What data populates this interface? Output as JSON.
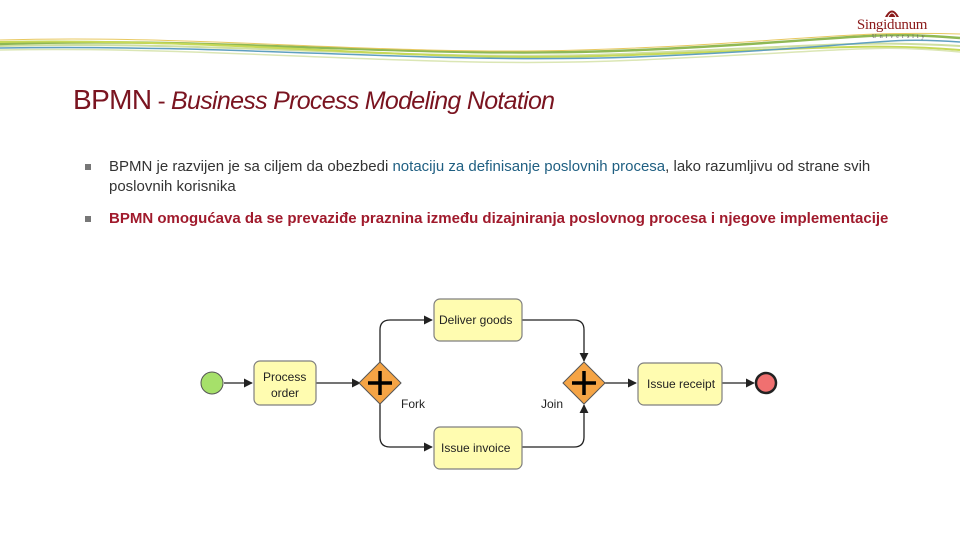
{
  "logo": {
    "name": "Singidunum",
    "sub": "University"
  },
  "title": {
    "main": "BPMN",
    "separator": " - ",
    "sub": "Business Process Modeling Notation"
  },
  "bullets": [
    {
      "pre": "BPMN je razvijen je sa ciljem da obezbedi ",
      "highlight": "notaciju za definisanje poslovnih procesa",
      "post": ", lako razumljivu od strane svih poslovnih korisnika"
    },
    {
      "text": "BPMN omogućava da se prevaziđe praznina između dizajniranja poslovnog procesa i njegove implementacije"
    }
  ],
  "diagram": {
    "tasks": {
      "deliver_goods": "Deliver goods",
      "process_order_line1": "Process",
      "process_order_line2": "order",
      "issue_receipt": "Issue receipt",
      "issue_invoice": "Issue invoice"
    },
    "labels": {
      "fork": "Fork",
      "join": "Join"
    },
    "colors": {
      "task_fill": "#fffcb0",
      "task_border": "#7f7f7f",
      "gateway_fill": "#f5a445",
      "start_fill": "#a6e06a",
      "end_fill": "#f07070"
    }
  }
}
